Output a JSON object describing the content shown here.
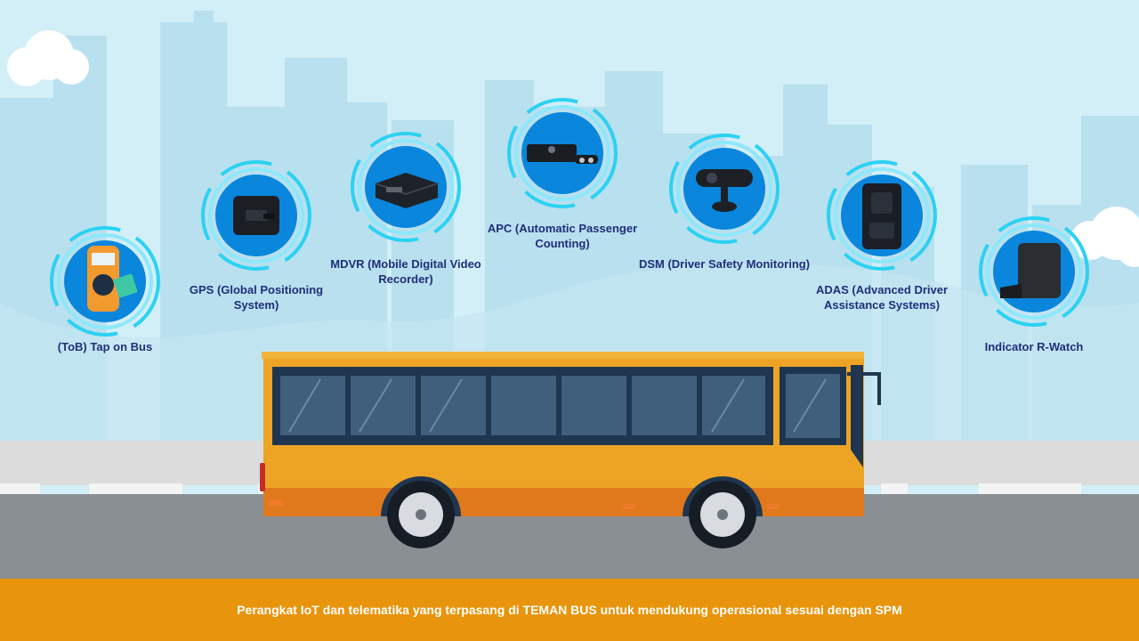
{
  "devices": [
    {
      "label": "(ToB) Tap on Bus",
      "icon": "tap-card-reader-icon"
    },
    {
      "label": "GPS (Global Positioning System)",
      "icon": "gps-module-icon"
    },
    {
      "label": "MDVR (Mobile Digital Video Recorder)",
      "icon": "mdvr-recorder-icon"
    },
    {
      "label": "APC (Automatic Passenger Counting)",
      "icon": "passenger-counter-icon"
    },
    {
      "label": "DSM (Driver Safety Monitoring)",
      "icon": "driver-camera-icon"
    },
    {
      "label": "ADAS (Advanced Driver Assistance Systems)",
      "icon": "adas-camera-icon"
    },
    {
      "label": "Indicator R-Watch",
      "icon": "r-watch-indicator-icon"
    }
  ],
  "caption": "Perangkat IoT dan telematika yang terpasang di TEMAN BUS untuk mendukung operasional sesuai dengan SPM",
  "colors": {
    "sky": "#d2eef7",
    "buildings": "#b9e0ef",
    "road": "#8a8f94",
    "bus_body": "#eda425",
    "bus_stripe": "#e0781c",
    "ring": "#2bd2f2",
    "device_fill": "#0a86dc",
    "label_text": "#1f2f7a",
    "caption_bar": "#e8940c"
  }
}
